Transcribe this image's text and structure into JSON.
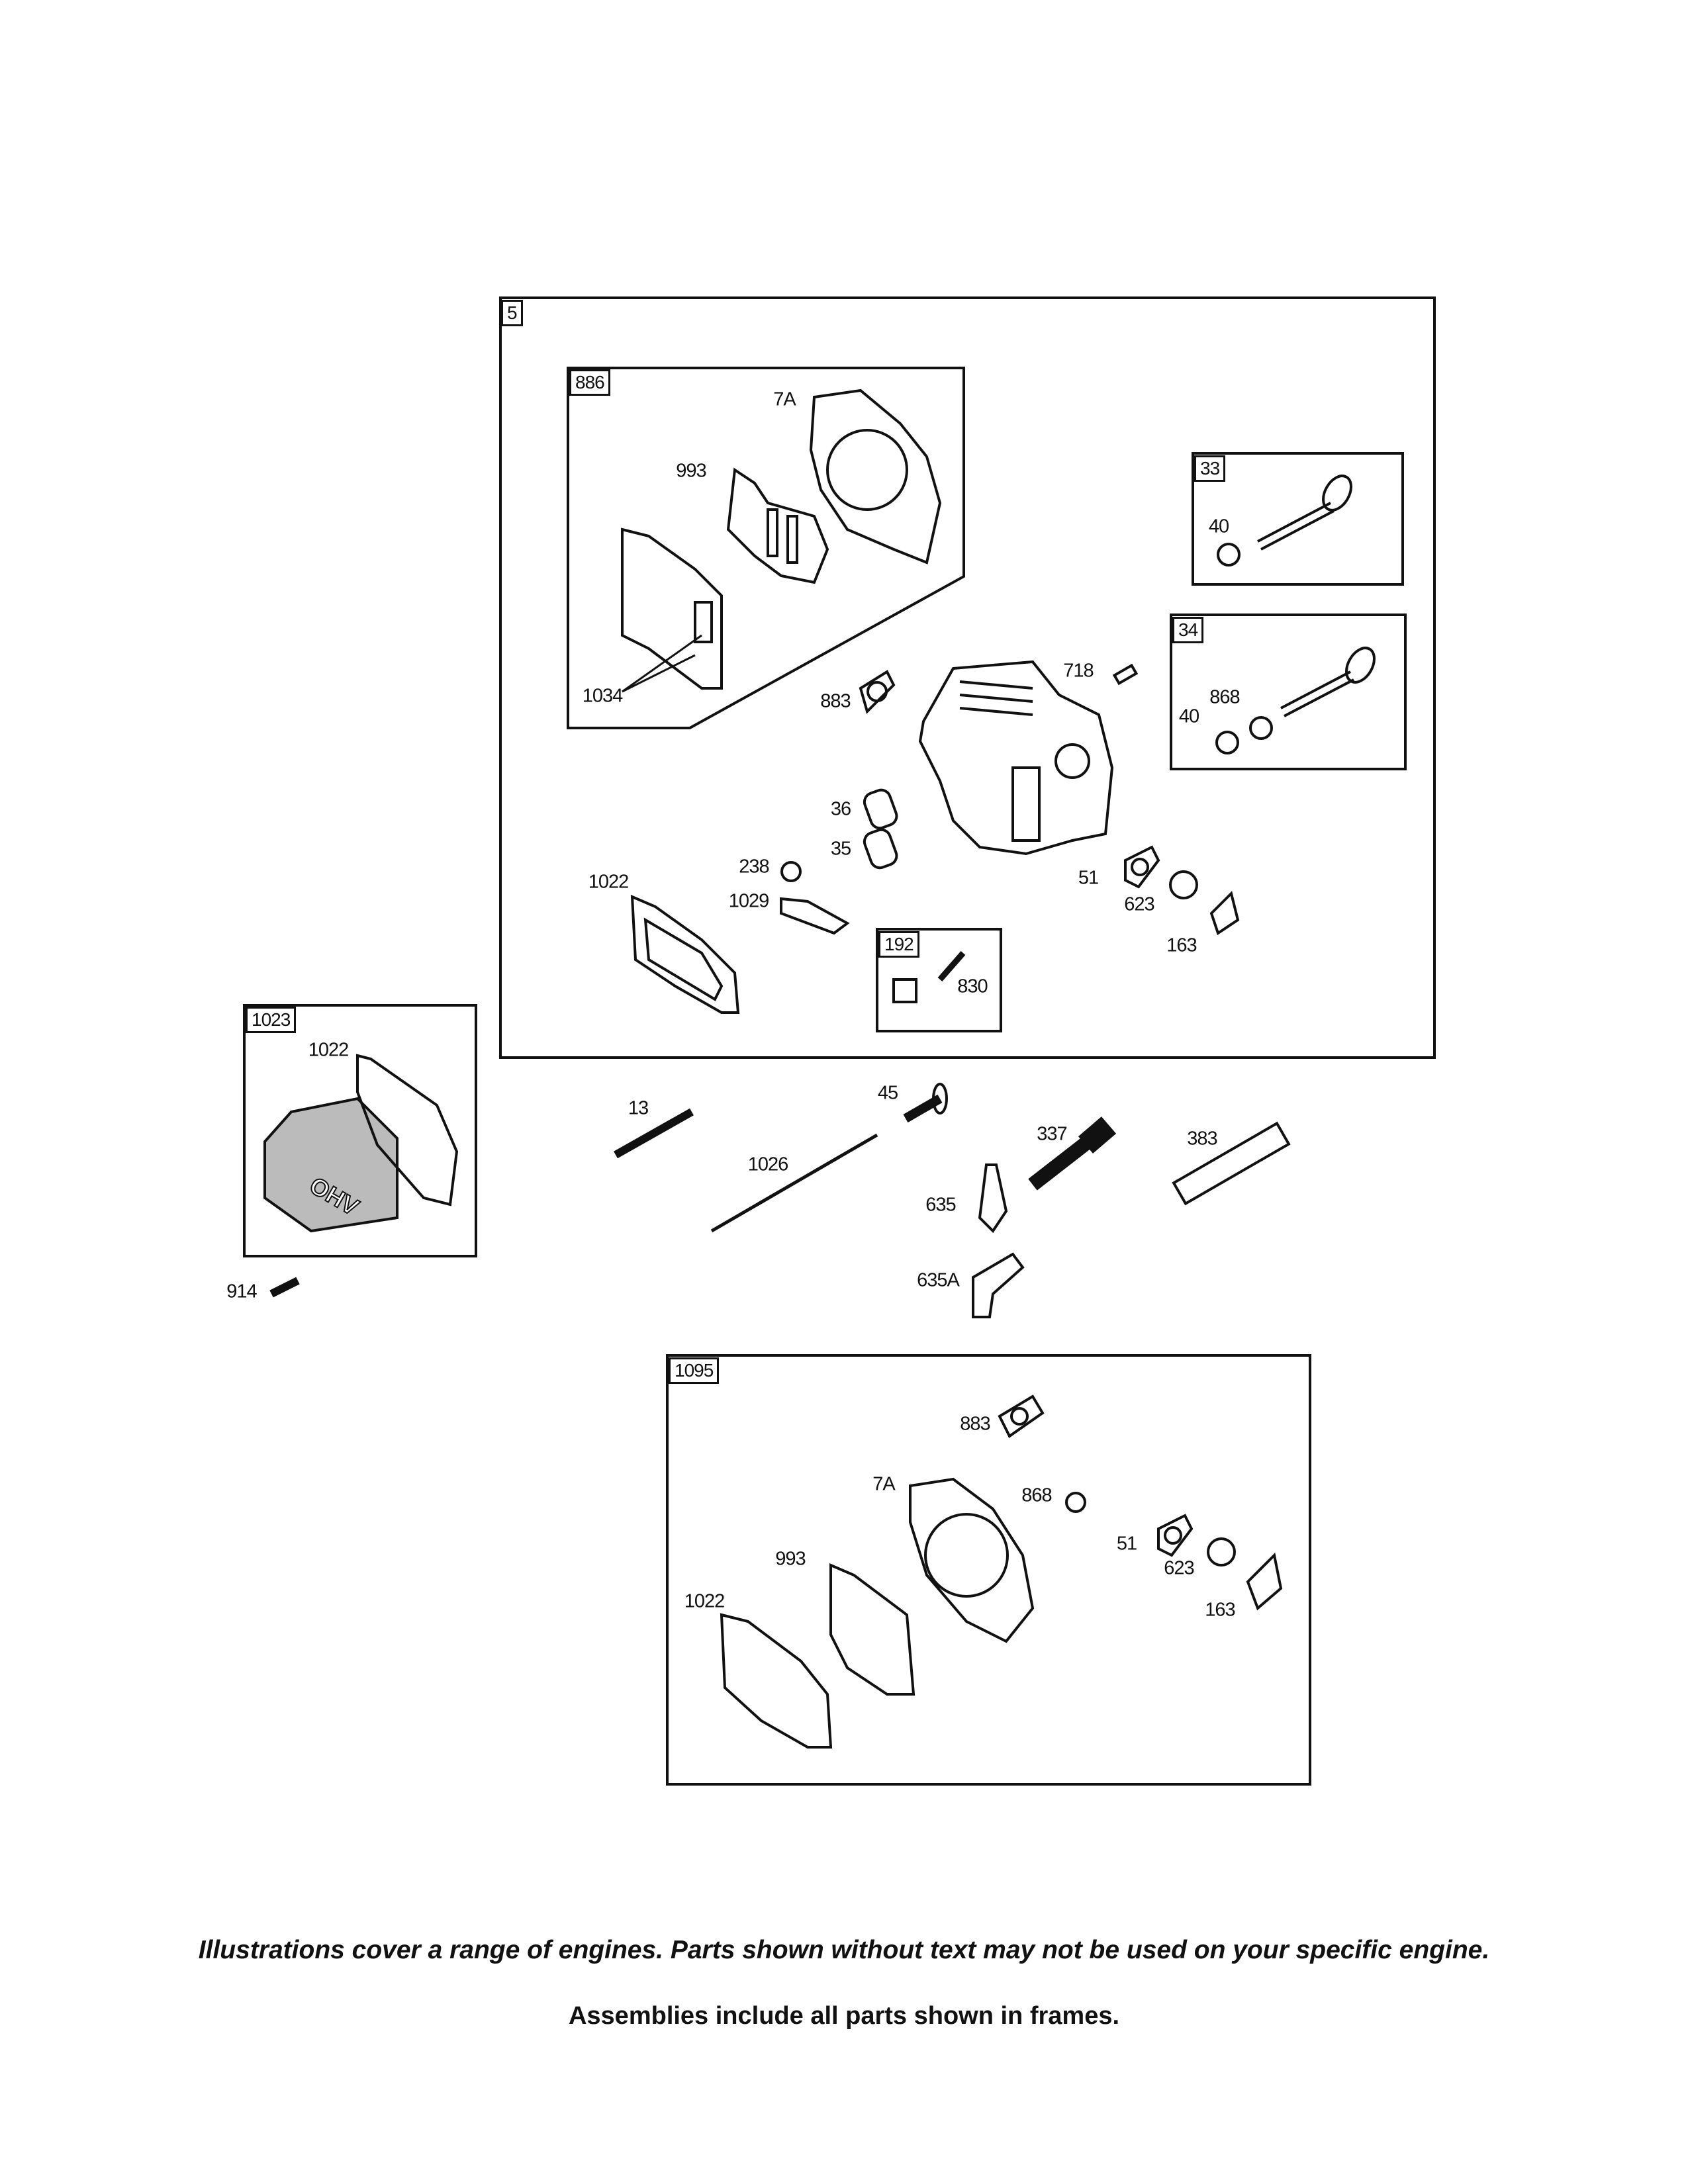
{
  "frames": {
    "assembly_5": "5",
    "kit_886": "886",
    "valve_33": "33",
    "valve_34": "34",
    "kit_192": "192",
    "cover_1023": "1023",
    "gasket_set_1095": "1095"
  },
  "labels": {
    "k886_7a": "7A",
    "k886_993": "993",
    "k886_1034": "1034",
    "h_883": "883",
    "h_718": "718",
    "v33_40": "40",
    "v34_868": "868",
    "v34_40": "40",
    "h_36": "36",
    "h_35": "35",
    "h_238": "238",
    "h_1022": "1022",
    "h_1029": "1029",
    "h_51": "51",
    "h_623": "623",
    "h_163": "163",
    "k192_830": "830",
    "c_1022": "1022",
    "p_13": "13",
    "p_45": "45",
    "p_1026": "1026",
    "p_337": "337",
    "p_383": "383",
    "p_635": "635",
    "p_635a": "635A",
    "p_914": "914",
    "g_883": "883",
    "g_7a": "7A",
    "g_868": "868",
    "g_51": "51",
    "g_993": "993",
    "g_623": "623",
    "g_1022": "1022",
    "g_163": "163"
  },
  "footer": {
    "disclaimer": "Illustrations cover a range of engines. Parts shown without text may not be used on your specific engine.",
    "note": "Assemblies include all parts shown in frames."
  }
}
